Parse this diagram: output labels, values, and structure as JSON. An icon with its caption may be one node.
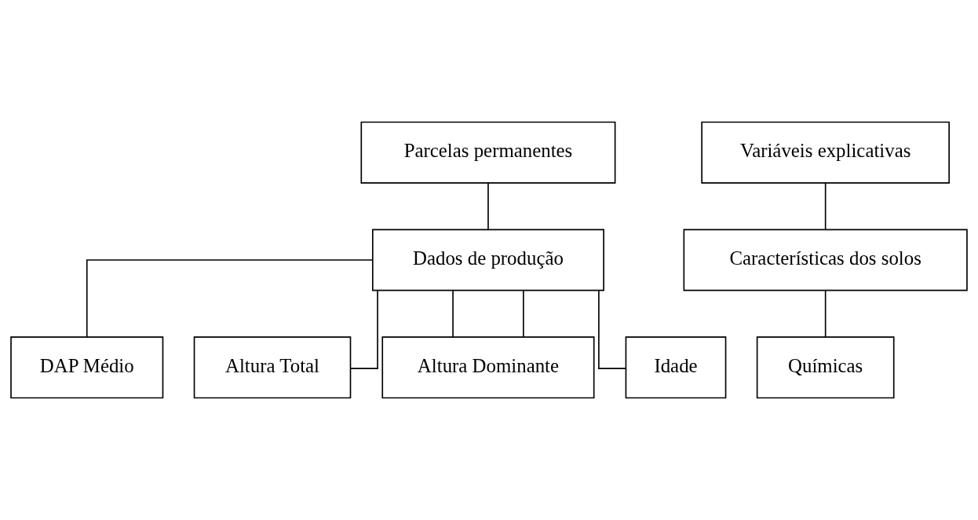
{
  "diagram": {
    "nodes": [
      {
        "text": [
          "Parcelas permanentes"
        ]
      },
      {
        "text": [
          "Dados de produção"
        ]
      },
      {
        "text": [
          "DAP Médio"
        ]
      },
      {
        "text": [
          "Altura Total"
        ]
      },
      {
        "text": [
          "Altura Dominante"
        ]
      },
      {
        "text": [
          "Idade"
        ]
      },
      {
        "text": [
          "Variáveis explicativas"
        ]
      },
      {
        "text": [
          "Características dos solos"
        ]
      },
      {
        "text": [
          "Químicas"
        ]
      }
    ],
    "edges": [
      {
        "from": 0,
        "to": 1,
        "arrow": "none"
      },
      {
        "from": 1,
        "to": 2,
        "arrow": "none"
      },
      {
        "from": 1,
        "to": 4,
        "arrow": "none"
      },
      {
        "from": 1,
        "to": 4,
        "arrow": "none"
      },
      {
        "from": 1,
        "to": 5,
        "arrow": "none"
      },
      {
        "from": 1,
        "to": 3,
        "arrow": "none"
      },
      {
        "from": 6,
        "to": 7,
        "arrow": "none"
      },
      {
        "from": 7,
        "to": 8,
        "arrow": "none"
      }
    ]
  }
}
